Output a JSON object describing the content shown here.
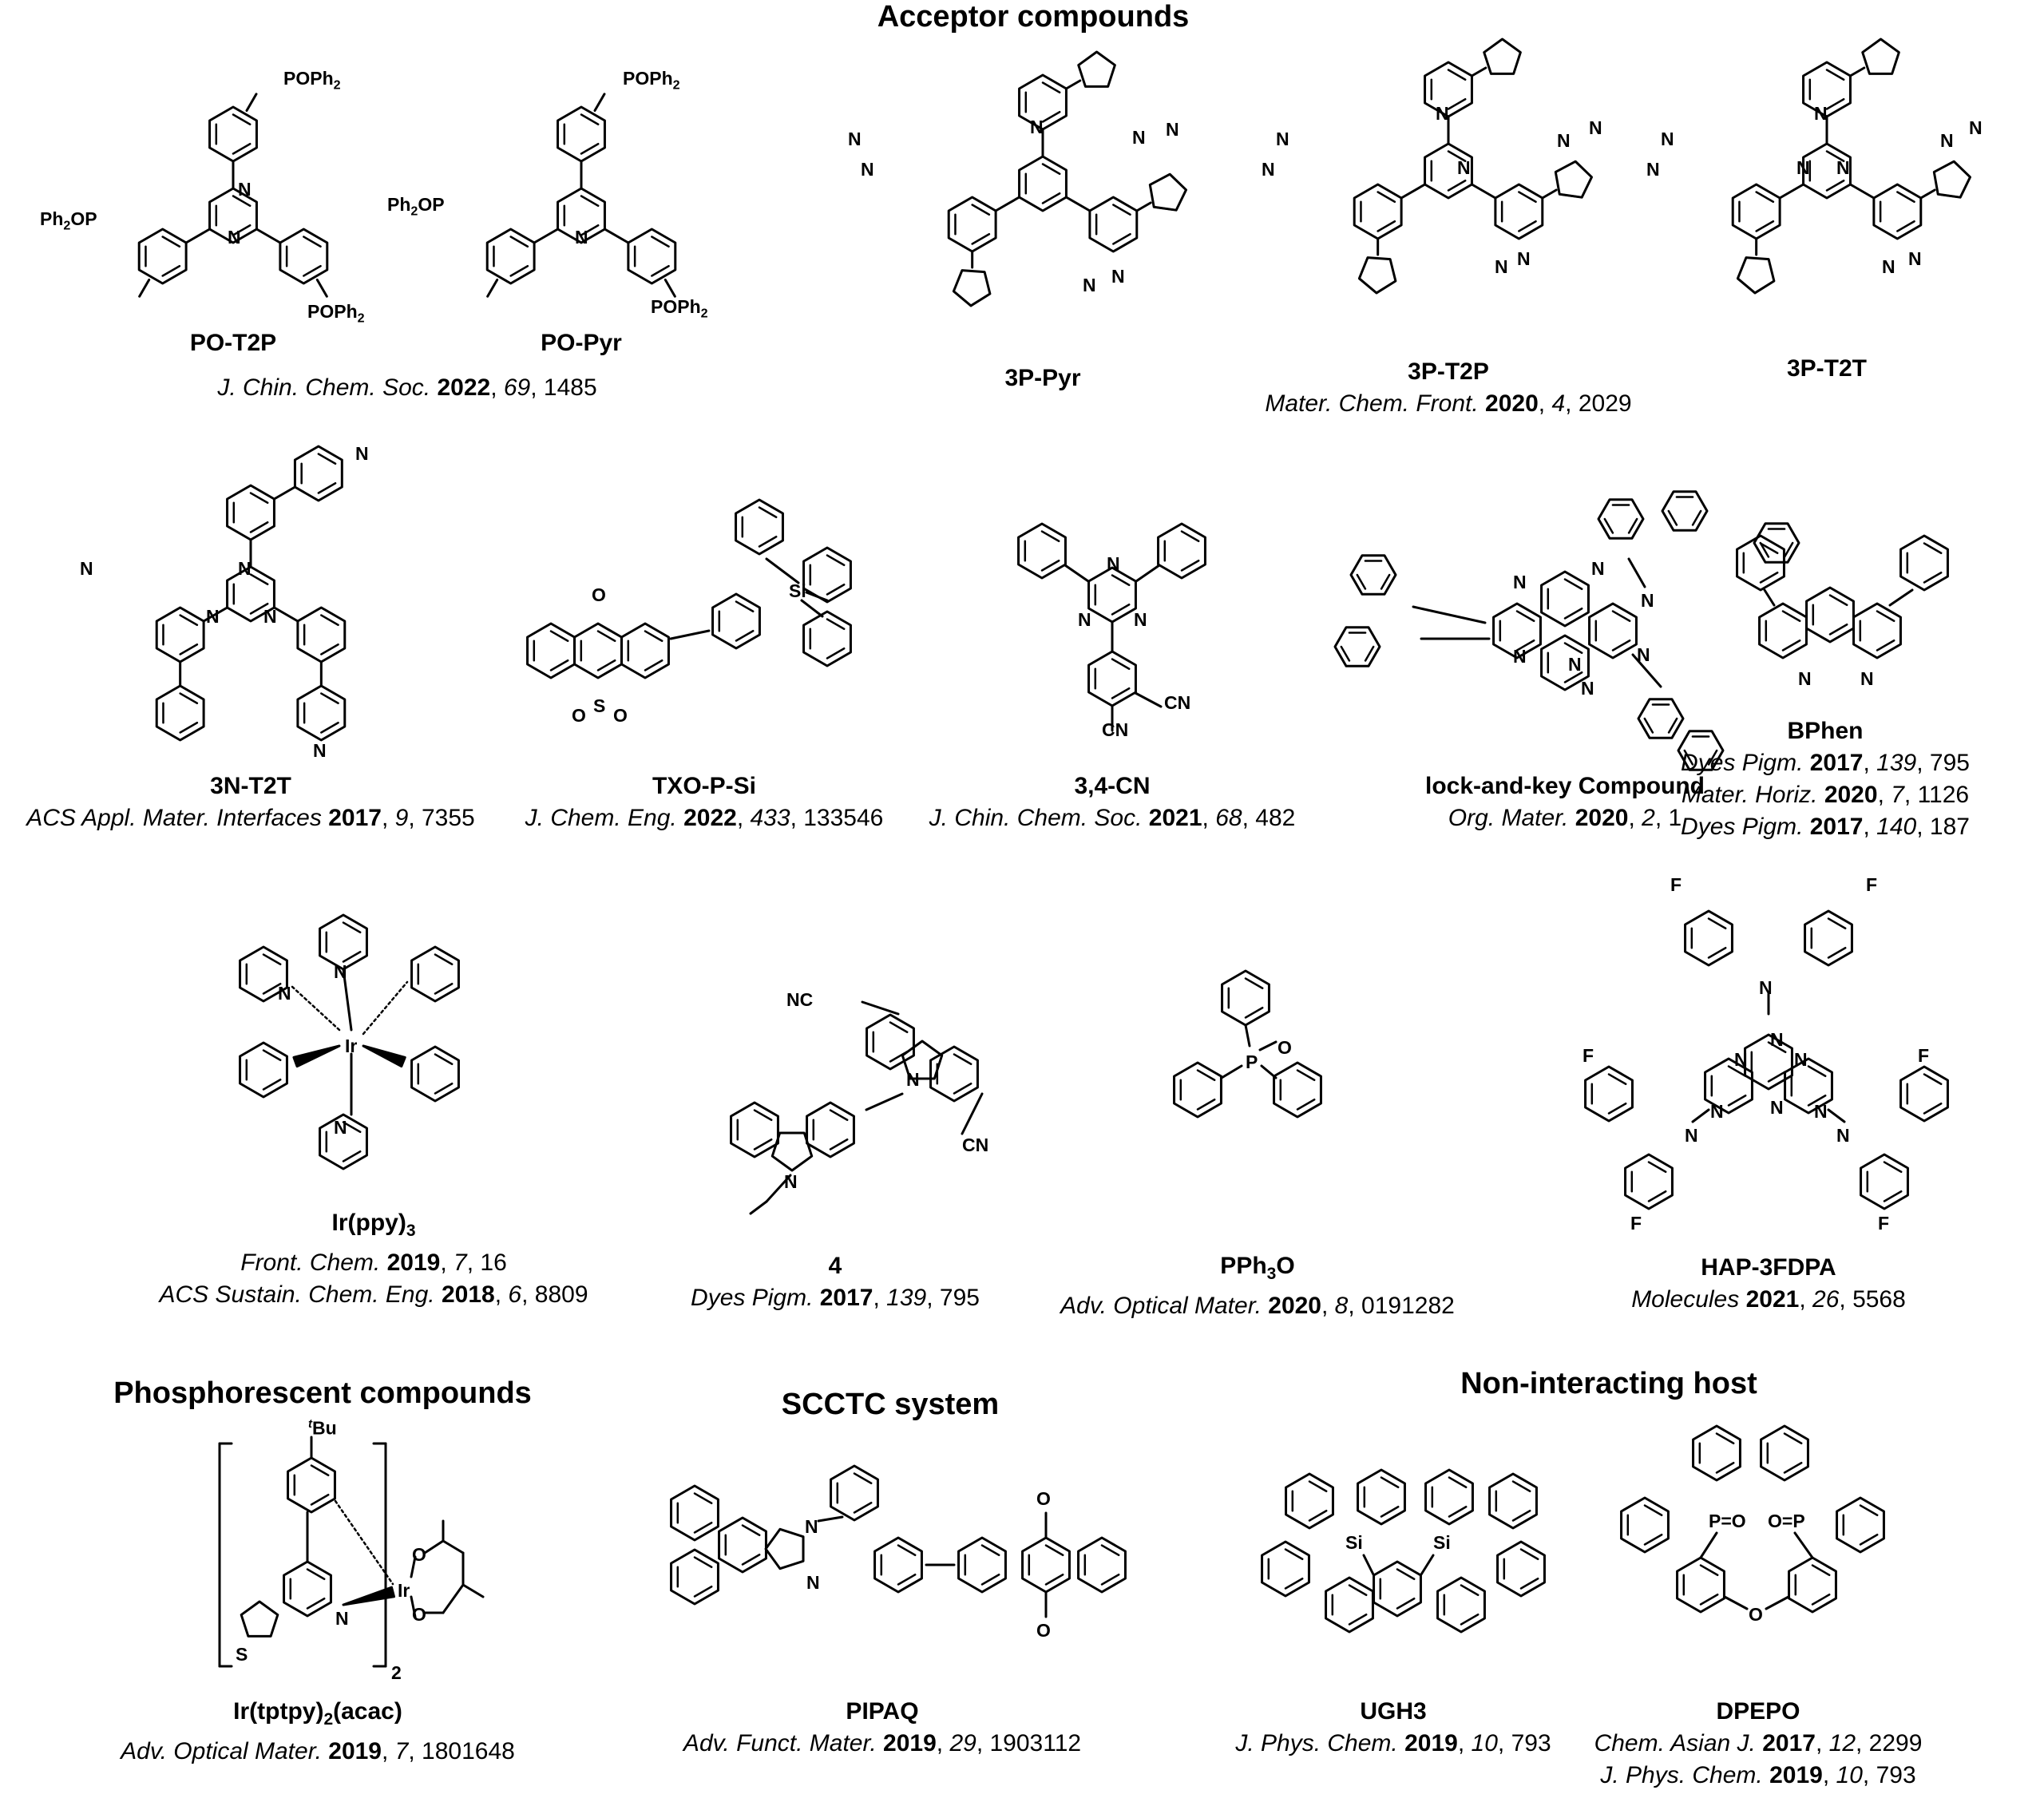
{
  "sections": [
    {
      "id": "acceptor",
      "title": "Acceptor compounds"
    },
    {
      "id": "phos",
      "title": "Phosphorescent compounds"
    },
    {
      "id": "scctc",
      "title": "SCCTC system"
    },
    {
      "id": "host",
      "title": "Non-interacting host"
    }
  ],
  "compounds": [
    {
      "id": "PO-T2P",
      "name": "PO-T2P",
      "refs": []
    },
    {
      "id": "PO-Pyr",
      "name": "PO-Pyr",
      "refs": []
    },
    {
      "id": "PO-shared",
      "name": "",
      "refs": [
        {
          "journal": "J. Chin. Chem. Soc.",
          "year": "2022",
          "vol": "69",
          "page": "1485"
        }
      ]
    },
    {
      "id": "3P-Pyr",
      "name": "3P-Pyr",
      "refs": []
    },
    {
      "id": "3P-T2P",
      "name": "3P-T2P",
      "refs": [
        {
          "journal": "Mater. Chem. Front.",
          "year": "2020",
          "vol": "4",
          "page": "2029"
        }
      ]
    },
    {
      "id": "3P-T2T",
      "name": "3P-T2T",
      "refs": []
    },
    {
      "id": "3N-T2T",
      "name": "3N-T2T",
      "refs": [
        {
          "journal": "ACS Appl. Mater. Interfaces",
          "year": "2017",
          "vol": "9",
          "page": "7355"
        }
      ]
    },
    {
      "id": "TXO-P-Si",
      "name": "TXO-P-Si",
      "refs": [
        {
          "journal": "J. Chem. Eng.",
          "year": "2022",
          "vol": "433",
          "page": "133546"
        }
      ]
    },
    {
      "id": "34CN",
      "name": "3,4-CN",
      "refs": [
        {
          "journal": "J. Chin. Chem. Soc.",
          "year": "2021",
          "vol": "68",
          "page": "482"
        }
      ]
    },
    {
      "id": "lockkey",
      "name": "lock-and-key Compound",
      "refs": [
        {
          "journal": "Org. Mater.",
          "year": "2020",
          "vol": "2",
          "page": "1"
        }
      ]
    },
    {
      "id": "BPhen",
      "name": "BPhen",
      "refs": [
        {
          "journal": "Dyes Pigm.",
          "year": "2017",
          "vol": "139",
          "page": "795"
        },
        {
          "journal": "Mater. Horiz.",
          "year": "2020",
          "vol": "7",
          "page": "1126"
        },
        {
          "journal": "Dyes Pigm.",
          "year": "2017",
          "vol": "140",
          "page": "187"
        }
      ]
    },
    {
      "id": "Irppy3",
      "name": "Ir(ppy)",
      "name_sub": "3",
      "refs": [
        {
          "journal": "Front. Chem.",
          "year": "2019",
          "vol": "7",
          "page": "16"
        },
        {
          "journal": "ACS Sustain. Chem. Eng.",
          "year": "2018",
          "vol": "6",
          "page": "8809"
        }
      ]
    },
    {
      "id": "c4",
      "name": "4",
      "refs": [
        {
          "journal": "Dyes Pigm.",
          "year": "2017",
          "vol": "139",
          "page": "795"
        }
      ]
    },
    {
      "id": "PPh3O",
      "name": "PPh",
      "name_sub": "3",
      "name_tail": "O",
      "refs": [
        {
          "journal": "Adv. Optical Mater.",
          "year": "2020",
          "vol": "8",
          "page": "0191282"
        }
      ]
    },
    {
      "id": "HAP",
      "name": "HAP-3FDPA",
      "refs": [
        {
          "journal": "Molecules",
          "year": "2021",
          "vol": "26",
          "page": "5568"
        }
      ]
    },
    {
      "id": "Irtptpy",
      "name": "Ir(tptpy)",
      "name_sub": "2",
      "name_tail": "(acac)",
      "refs": [
        {
          "journal": "Adv. Optical Mater.",
          "year": "2019",
          "vol": "7",
          "page": "1801648"
        }
      ]
    },
    {
      "id": "PIPAQ",
      "name": "PIPAQ",
      "refs": [
        {
          "journal": "Adv. Funct. Mater.",
          "year": "2019",
          "vol": "29",
          "page": "1903112"
        }
      ]
    },
    {
      "id": "UGH3",
      "name": "UGH3",
      "refs": [
        {
          "journal": "J. Phys. Chem.",
          "year": "2019",
          "vol": "10",
          "page": "793"
        }
      ]
    },
    {
      "id": "DPEPO",
      "name": "DPEPO",
      "refs": [
        {
          "journal": "Chem. Asian J.",
          "year": "2017",
          "vol": "12",
          "page": "2299"
        },
        {
          "journal": "J. Phys. Chem.",
          "year": "2019",
          "vol": "10",
          "page": "793"
        }
      ]
    }
  ],
  "atom_labels": {
    "POPh2": "POPh",
    "Ph2OP": "Ph",
    "Ph2OP_tail": "OP",
    "sub2": "2",
    "sub3": "3",
    "N": "N",
    "O": "O",
    "S": "S",
    "Si": "Si",
    "P": "P",
    "F": "F",
    "Ir": "Ir",
    "CN": "CN",
    "NC": "NC",
    "tBu_t": "t",
    "tBu": "Bu",
    "PO": "P=O",
    "OP": "O=P"
  }
}
